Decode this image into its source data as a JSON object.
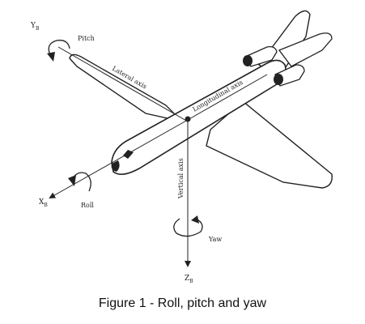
{
  "caption": "Figure 1 - Roll, pitch and yaw",
  "labels": {
    "y_axis": "Y",
    "y_sub": "B",
    "x_axis": "X",
    "x_sub": "B",
    "z_axis": "Z",
    "z_sub": "B",
    "pitch": "Pitch",
    "roll": "Roll",
    "yaw": "Yaw",
    "lateral_axis": "Lateral axis",
    "longitudinal_axis": "Longitudinal axis",
    "vertical_axis": "Vertical axis"
  }
}
